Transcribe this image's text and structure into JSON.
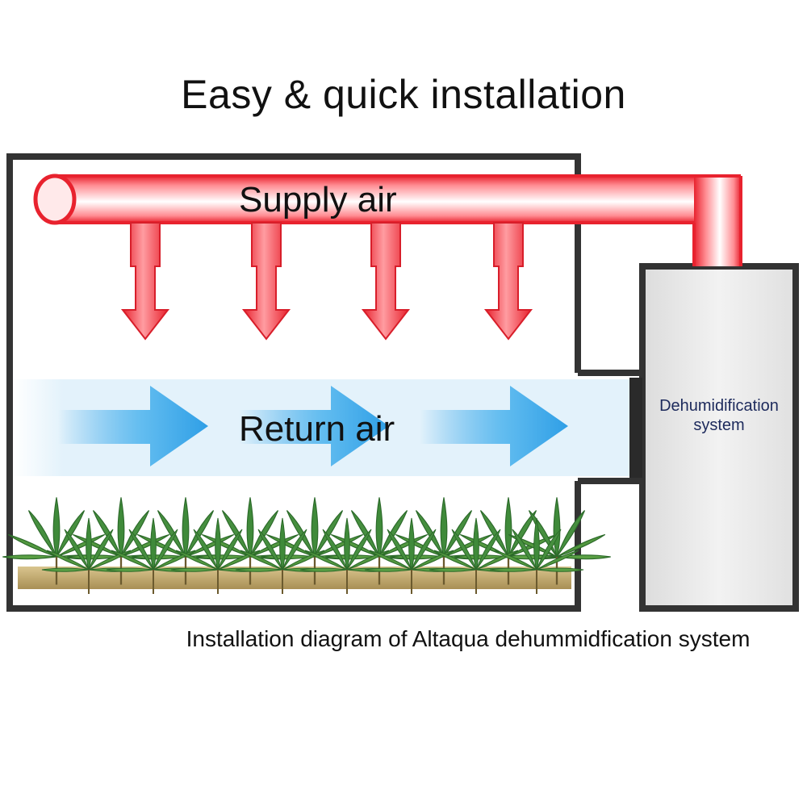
{
  "title": "Easy & quick installation",
  "labels": {
    "supply_air": "Supply air",
    "return_air": "Return air",
    "unit_line1": "Dehumidification",
    "unit_line2": "system"
  },
  "caption": "Installation diagram of Altaqua dehummidfication system",
  "colors": {
    "supply_pipe": "#e8222e",
    "supply_pipe_light": "#ffd6d8",
    "return_arrow": "#3ea8ea",
    "return_band": "#e3f2fb",
    "room_wall": "#333333",
    "unit_fill": "#ececec",
    "leaf": "#3a7f3a",
    "soil": "#c8b27a",
    "unit_text": "#1d2a5c"
  },
  "icons": {
    "supply_arrows": "arrow-down-icon",
    "return_arrows": "arrow-right-icon",
    "plants": "cannabis-leaf-icon"
  }
}
